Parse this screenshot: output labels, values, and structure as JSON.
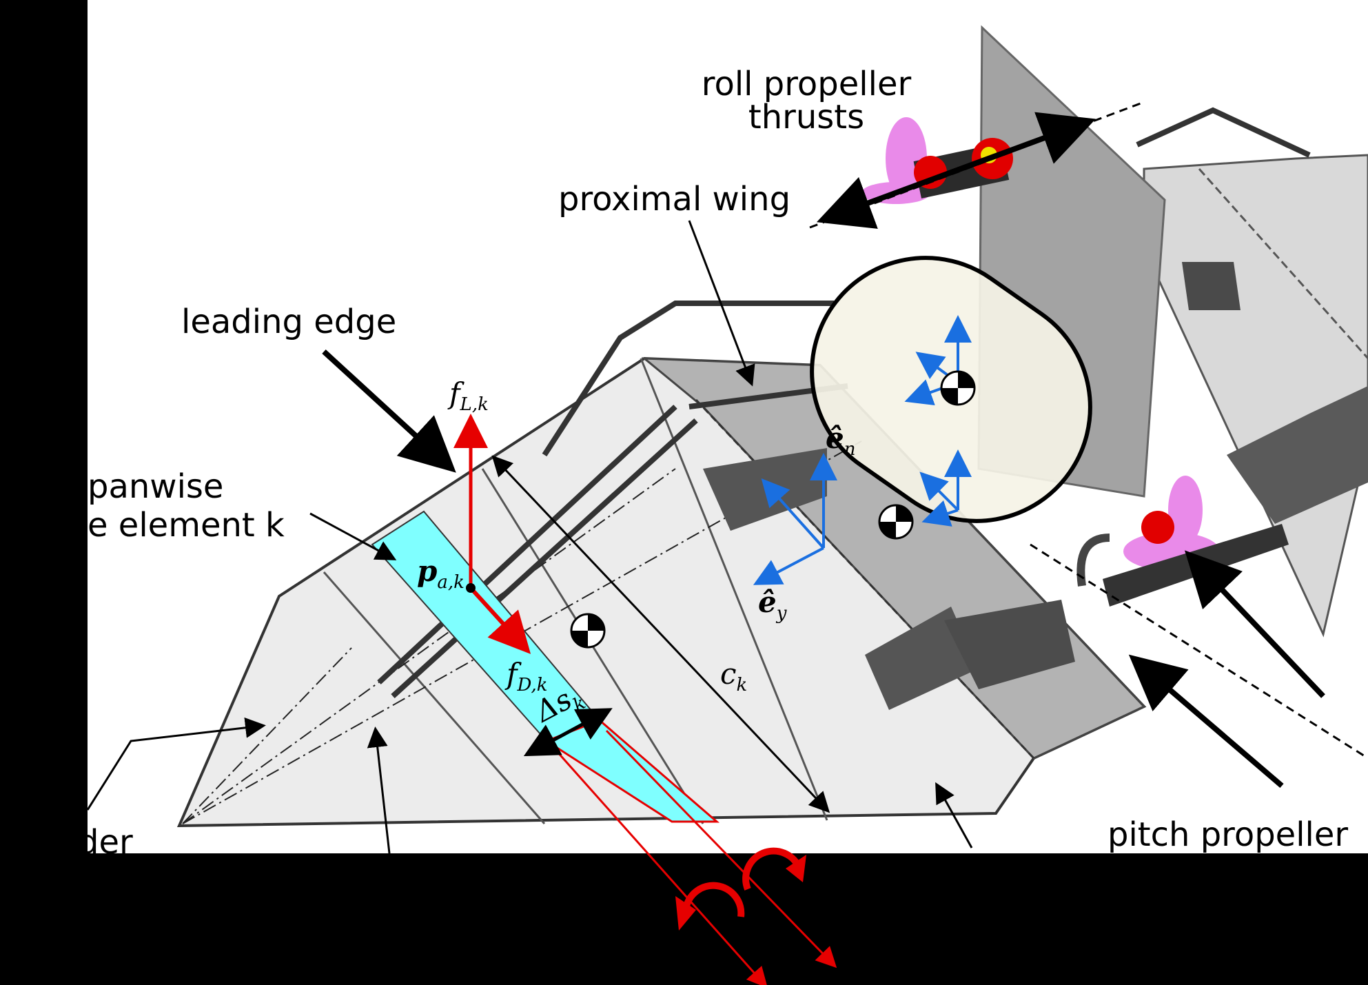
{
  "colors": {
    "background": "#000000",
    "canvas": "#ffffff",
    "wing_fill": "#ececec",
    "wing_dark": "#9a9a9a",
    "body_plate": "#a3a3a3",
    "element_strip": "#7fffff",
    "force_arrow": "#e60000",
    "frame_arrow": "#1a6fe0",
    "propeller": "#e98ae9",
    "motor_red": "#e10000",
    "fuselage_fill": "#f5f3e6"
  },
  "labels": {
    "roll_line1": "roll propeller",
    "roll_line2": "thrusts",
    "proximal_wing": "proximal wing",
    "leading_edge": "leading edge",
    "spanwise_line1": "panwise",
    "spanwise_line2": "e element k",
    "pitch_propeller": "pitch propeller",
    "partial_bottom": "der"
  },
  "math": {
    "f_L": "f",
    "f_L_sub": "L,k",
    "f_D": "f",
    "f_D_sub": "D,k",
    "p_a": "p",
    "p_a_sub": "a,k",
    "c_k": "c",
    "c_k_sub": "k",
    "delta_s": "Δs",
    "delta_s_sub": "k",
    "e_n": "ê",
    "e_n_sub": "n",
    "e_y": "ê",
    "e_y_sub": "y"
  },
  "icons": [
    "center-of-mass-icon",
    "rotation-arrow-icon"
  ]
}
